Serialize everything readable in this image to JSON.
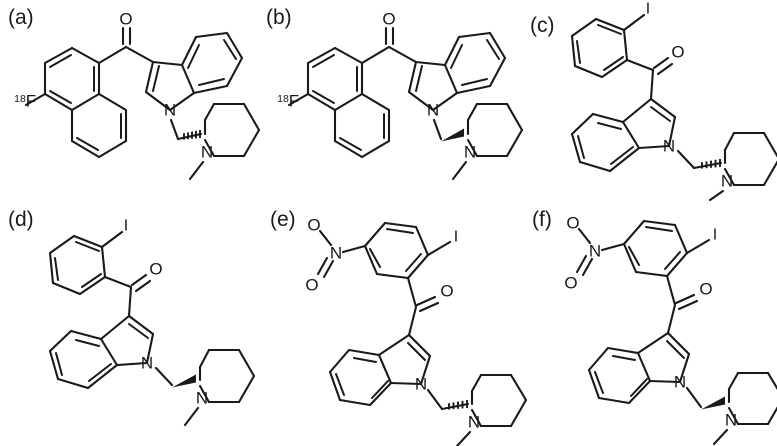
{
  "figure": {
    "background_color": "#ffffff",
    "stroke_color": "#1a1a1a",
    "layout": "3 columns x 2 rows grid of chemical structure diagrams",
    "panel_count": 6
  },
  "panels": [
    {
      "id": "a",
      "label": "(a)",
      "core": "naphthalen-1-yl(indol-3-yl)methanone",
      "stereo_bond": "hashed-wedge",
      "atom_labels": [
        "O",
        "N",
        "N",
        "F"
      ],
      "isotope_label": "18",
      "halogen_label": "F",
      "carbonyl_label": "O",
      "indole_n_label": "N",
      "piperidine_n_label": "N"
    },
    {
      "id": "b",
      "label": "(b)",
      "core": "naphthalen-1-yl(indol-3-yl)methanone",
      "stereo_bond": "bold-wedge",
      "atom_labels": [
        "O",
        "N",
        "N",
        "F"
      ],
      "isotope_label": "18",
      "halogen_label": "F",
      "carbonyl_label": "O",
      "indole_n_label": "N",
      "piperidine_n_label": "N"
    },
    {
      "id": "c",
      "label": "(c)",
      "core": "(2-iodophenyl)(indol-3-yl)methanone",
      "stereo_bond": "hashed-wedge",
      "atom_labels": [
        "I",
        "O",
        "N",
        "N"
      ],
      "halogen_label": "I",
      "carbonyl_label": "O",
      "indole_n_label": "N",
      "piperidine_n_label": "N"
    },
    {
      "id": "d",
      "label": "(d)",
      "core": "(2-iodophenyl)(indol-3-yl)methanone",
      "stereo_bond": "bold-wedge",
      "atom_labels": [
        "I",
        "O",
        "N",
        "N"
      ],
      "halogen_label": "I",
      "carbonyl_label": "O",
      "indole_n_label": "N",
      "piperidine_n_label": "N"
    },
    {
      "id": "e",
      "label": "(e)",
      "core": "(2-iodo-5-nitrophenyl)(indol-3-yl)methanone",
      "stereo_bond": "hashed-wedge",
      "atom_labels": [
        "O",
        "N",
        "O",
        "I",
        "O",
        "N",
        "N"
      ],
      "halogen_label": "I",
      "carbonyl_label": "O",
      "indole_n_label": "N",
      "piperidine_n_label": "N",
      "nitro_n_label": "N",
      "nitro_o_top_label": "O",
      "nitro_o_bottom_label": "O"
    },
    {
      "id": "f",
      "label": "(f)",
      "core": "(2-iodo-5-nitrophenyl)(indol-3-yl)methanone",
      "stereo_bond": "bold-wedge",
      "atom_labels": [
        "O",
        "N",
        "O",
        "I",
        "O",
        "N",
        "N"
      ],
      "halogen_label": "I",
      "carbonyl_label": "O",
      "indole_n_label": "N",
      "piperidine_n_label": "N",
      "nitro_n_label": "N",
      "nitro_o_top_label": "O",
      "nitro_o_bottom_label": "O"
    }
  ]
}
